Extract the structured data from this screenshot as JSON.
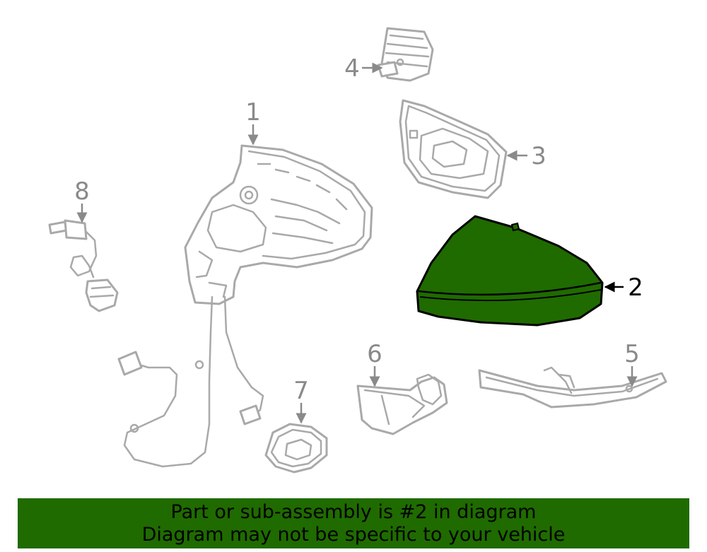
{
  "colors": {
    "highlight": "#1f6b00",
    "part_stroke": "#a9a9a9",
    "callout_gray": "#8a8a8a"
  },
  "callouts": [
    {
      "id": "1",
      "label": "1"
    },
    {
      "id": "2",
      "label": "2",
      "highlighted": true
    },
    {
      "id": "3",
      "label": "3"
    },
    {
      "id": "4",
      "label": "4"
    },
    {
      "id": "5",
      "label": "5"
    },
    {
      "id": "6",
      "label": "6"
    },
    {
      "id": "7",
      "label": "7"
    },
    {
      "id": "8",
      "label": "8"
    }
  ],
  "banner": {
    "line1": "Part or sub-assembly is #2 in diagram",
    "line2": "Diagram may not be specific to your vehicle"
  }
}
